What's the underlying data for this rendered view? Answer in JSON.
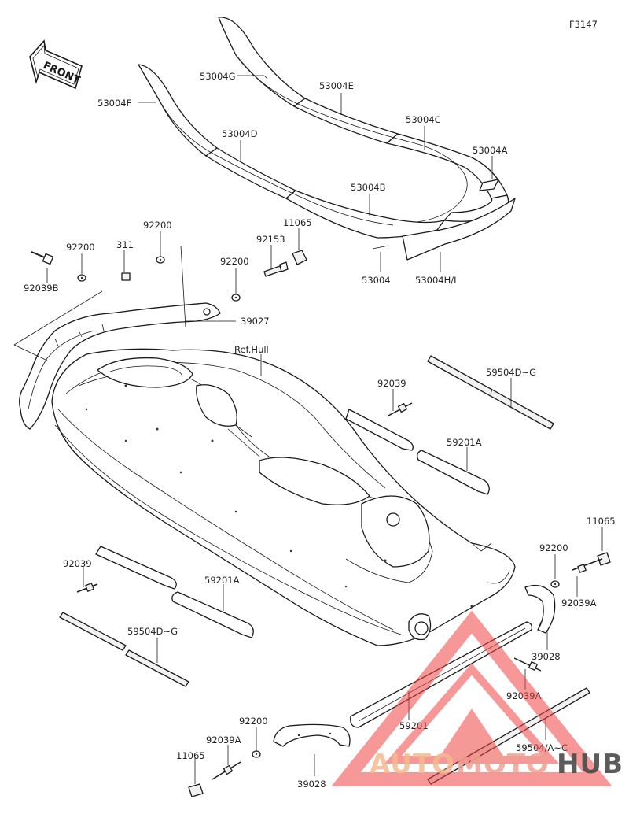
{
  "figure_code": "F3147",
  "front_arrow_label": "FRONT",
  "watermark": {
    "part1": "AUTO",
    "part2": "MOTO",
    "part3": "HUB",
    "color1": "#f5b98e",
    "color2": "#f0a090",
    "color3": "#4a4a4a",
    "triangle_color": "#ef4444"
  },
  "labels": {
    "p53004G": "53004G",
    "p53004F": "53004F",
    "p53004E": "53004E",
    "p53004D": "53004D",
    "p53004C": "53004C",
    "p53004A": "53004A",
    "p53004B": "53004B",
    "p53004": "53004",
    "p53004HI": "53004H/I",
    "p11065_top": "11065",
    "p92200_a": "92200",
    "p311": "311",
    "p92153": "92153",
    "p92200_b": "92200",
    "p92200_c": "92200",
    "p92039B": "92039B",
    "p39027": "39027",
    "ref_hull": "Ref.Hull",
    "p59504DG_right": "59504D~G",
    "p92039_right": "92039",
    "p59201A_right": "59201A",
    "p11065_right": "11065",
    "p92200_right": "92200",
    "p92039A_right": "92039A",
    "p39028_right": "39028",
    "p92039A_mid": "92039A",
    "p92039_left": "92039",
    "p59201A_left": "59201A",
    "p59504DG_left": "59504D~G",
    "p59201": "59201",
    "p59504AC": "59504/A~C",
    "p92200_bottom": "92200",
    "p92039A_bottom": "92039A",
    "p11065_bottom": "11065",
    "p39028_bottom": "39028"
  }
}
